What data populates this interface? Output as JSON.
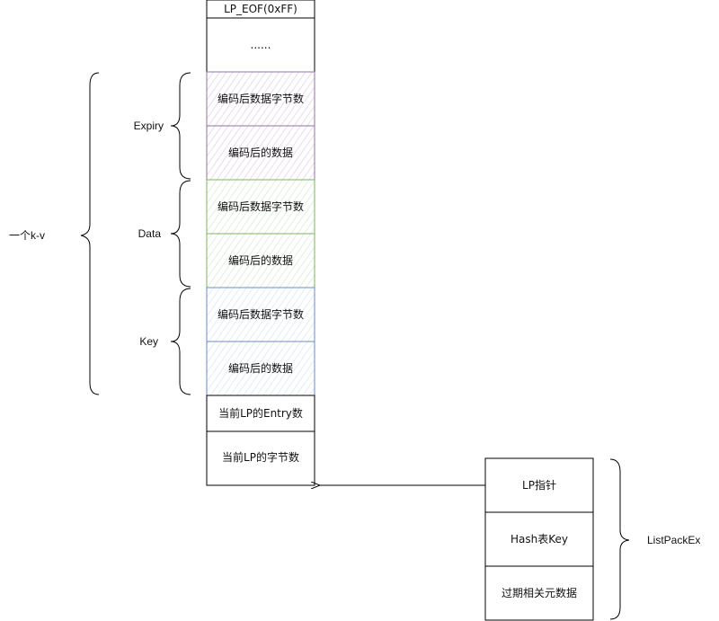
{
  "stack": {
    "header": "LP_EOF(0xFF)",
    "ellipsis": "......",
    "expiry_bytes": "编码后数据字节数",
    "expiry_data": "编码后的数据",
    "data_bytes": "编码后数据字节数",
    "data_data": "编码后的数据",
    "key_bytes": "编码后数据字节数",
    "key_data": "编码后的数据",
    "entry_count": "当前LP的Entry数",
    "byte_count": "当前LP的字节数"
  },
  "groups": {
    "expiry": "Expiry",
    "data": "Data",
    "key": "Key",
    "kv": "一个k-v"
  },
  "listpackex": {
    "lp_pointer": "LP指针",
    "hash_key": "Hash表Key",
    "expiry_meta": "过期相关元数据",
    "label": "ListPackEx"
  },
  "colors": {
    "expiry": "#9673a6",
    "expiry_fill": "#e1d5e7",
    "data": "#82b366",
    "data_fill": "#d5e8d4",
    "key": "#6c8ebf",
    "key_fill": "#dae8fc",
    "line": "#000000"
  }
}
